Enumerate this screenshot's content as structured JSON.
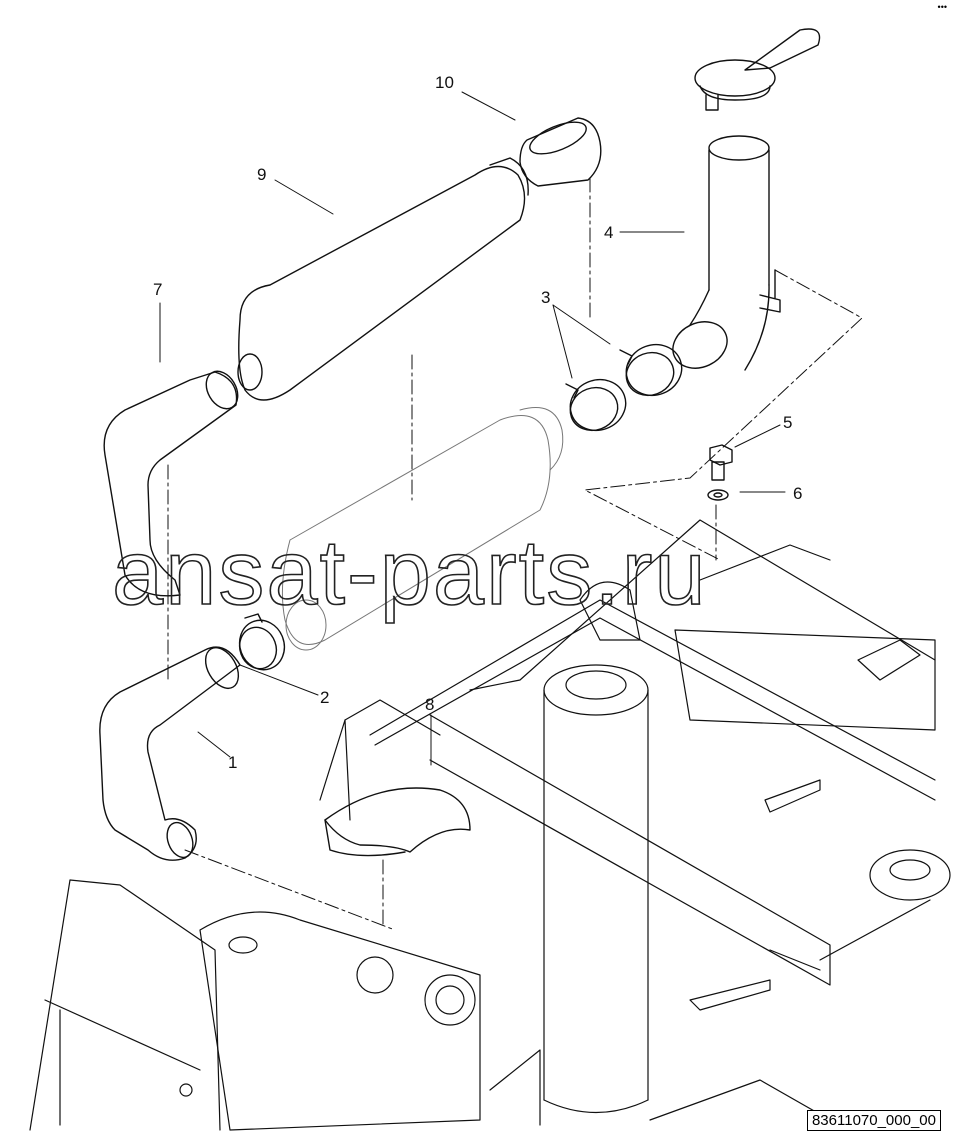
{
  "callouts": [
    {
      "id": "1",
      "label": "1"
    },
    {
      "id": "2",
      "label": "2"
    },
    {
      "id": "3",
      "label": "3"
    },
    {
      "id": "4",
      "label": "4"
    },
    {
      "id": "5",
      "label": "5"
    },
    {
      "id": "6",
      "label": "6"
    },
    {
      "id": "7",
      "label": "7"
    },
    {
      "id": "8",
      "label": "8"
    },
    {
      "id": "9",
      "label": "9"
    },
    {
      "id": "10",
      "label": "10"
    }
  ],
  "watermark": "ansat-parts.ru",
  "reference_code": "83611070_000_00",
  "corner_mark": "•••",
  "colors": {
    "line": "#111111",
    "background": "#ffffff"
  }
}
